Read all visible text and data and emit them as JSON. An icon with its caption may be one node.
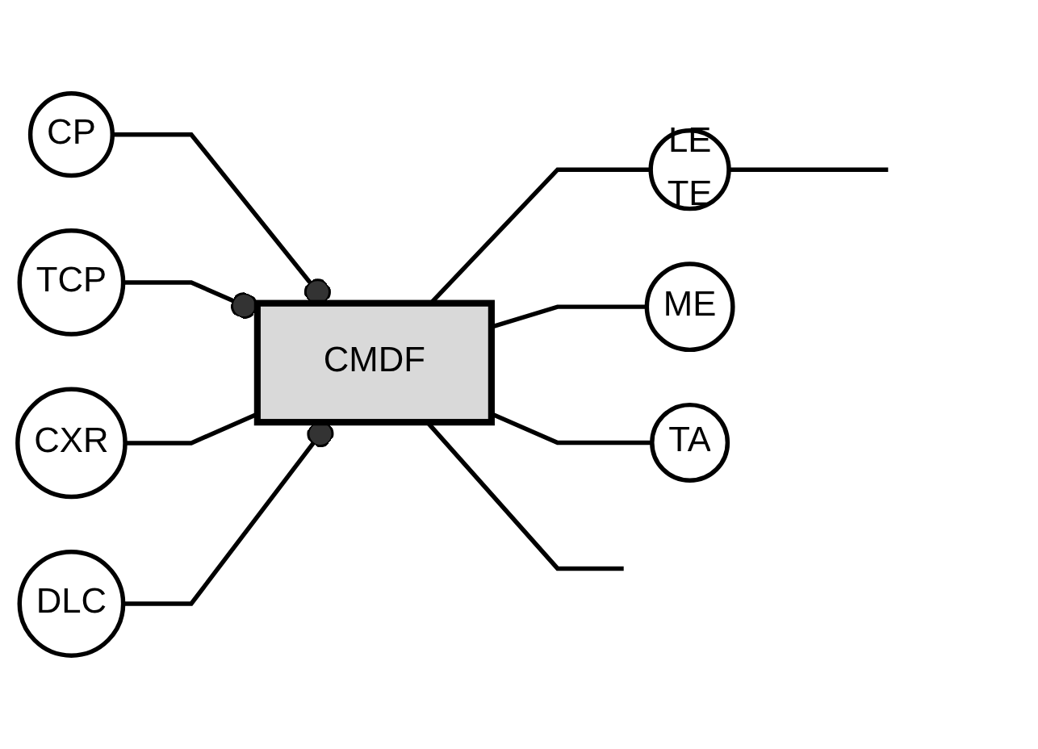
{
  "diagram": {
    "nodes": [
      {
        "text": [
          "CMDF"
        ]
      },
      {
        "text": [
          "CP"
        ]
      },
      {
        "text": [
          "TCP"
        ]
      },
      {
        "text": [
          "CXR"
        ]
      },
      {
        "text": [
          "DLC"
        ]
      },
      {
        "text": [
          "LE",
          "TE"
        ]
      },
      {
        "text": [
          "ME"
        ]
      },
      {
        "text": [
          "TA"
        ]
      }
    ],
    "edges": [
      {
        "from": 1,
        "to": 0,
        "arrow": "other"
      },
      {
        "from": 2,
        "to": 0,
        "arrow": "other"
      },
      {
        "from": 3,
        "to": 0,
        "arrow": "none"
      },
      {
        "from": 4,
        "to": 0,
        "arrow": "other"
      },
      {
        "from": 0,
        "to": 5,
        "arrow": "none"
      },
      {
        "from": 5,
        "to": null,
        "arrow": "none"
      },
      {
        "from": 0,
        "to": null,
        "arrow": "none"
      },
      {
        "from": 0,
        "to": 6,
        "arrow": "none"
      },
      {
        "from": 0,
        "to": 7,
        "arrow": "none"
      }
    ]
  }
}
